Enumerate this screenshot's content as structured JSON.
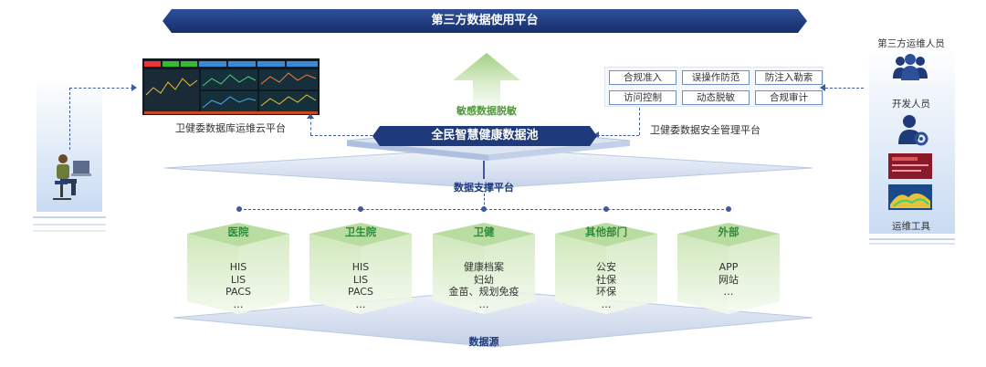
{
  "banner": {
    "title": "第三方数据使用平台"
  },
  "monitor": {
    "caption": "卫健委数据库运维云平台"
  },
  "security": {
    "caption": "卫健委数据安全管理平台",
    "items": [
      "合规准入",
      "误操作防范",
      "防注入勒索",
      "访问控制",
      "动态脱敏",
      "合规审计"
    ]
  },
  "center": {
    "arrow_label": "敏感数据脱敏",
    "pool_title": "全民智慧健康数据池",
    "support_label": "数据支撑平台",
    "source_label": "数据源"
  },
  "sources": [
    {
      "name": "医院",
      "items": [
        "HIS",
        "LIS",
        "PACS",
        "…"
      ]
    },
    {
      "name": "卫生院",
      "items": [
        "HIS",
        "LIS",
        "PACS",
        "…"
      ]
    },
    {
      "name": "卫健",
      "items": [
        "健康档案",
        "妇幼",
        "金苗、规划免疫",
        "…"
      ]
    },
    {
      "name": "其他部门",
      "items": [
        "公安",
        "社保",
        "环保",
        "…"
      ]
    },
    {
      "name": "外部",
      "items": [
        "APP",
        "网站",
        "…"
      ]
    }
  ],
  "right_panel": {
    "third_party_ops": "第三方运维人员",
    "developers": "开发人员",
    "ops_tools": "运维工具"
  },
  "colors": {
    "navy": "#1e3a7a",
    "navy_light": "#2e4f99",
    "green": "#4e9a3a",
    "green_light": "#dff0d0"
  }
}
